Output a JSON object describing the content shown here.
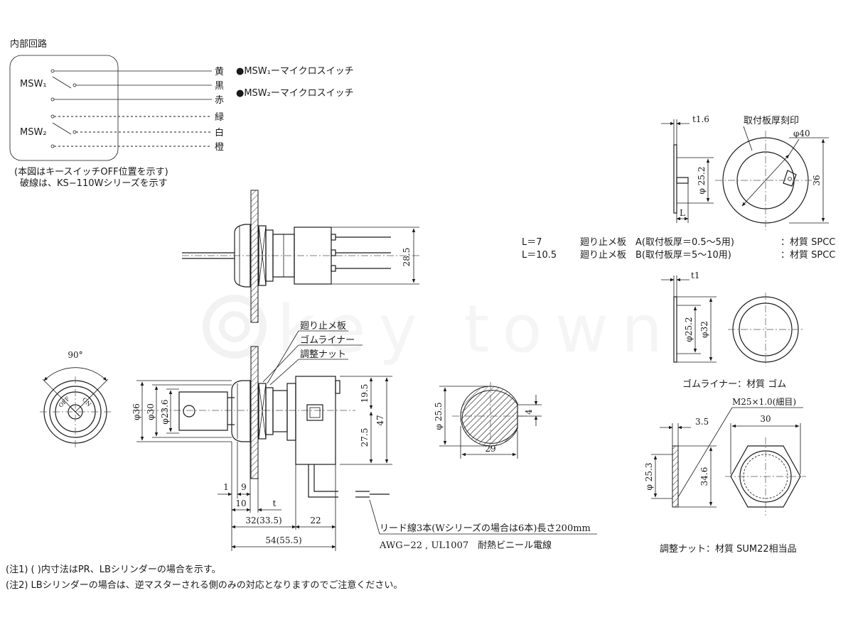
{
  "circuit": {
    "title": "内部回路",
    "msw1": "MSW₁",
    "msw2": "MSW₂",
    "wires": [
      "黄",
      "黒",
      "赤",
      "緑",
      "白",
      "橙"
    ],
    "legend": [
      "●MSW₁ーマイクロスイッチ",
      "●MSW₂ーマイクロスイッチ"
    ],
    "note1": "(本図はキースイッチOFF位置を示す)",
    "note2": "破線は、KS−110Wシリーズを示す"
  },
  "watermark": "key town",
  "side_view": {
    "dim_28_5": "28.5",
    "callouts": [
      "廻り止メ板",
      "ゴムライナー",
      "調整ナット"
    ],
    "dim_19_5": "19.5",
    "dim_47": "47",
    "dim_27_5": "27.5",
    "dim_1": "1",
    "dim_9": "9",
    "dim_10": "10",
    "dim_t": "t",
    "dim_32": "32(33.5)",
    "dim_22": "22",
    "dim_54": "54(55.5)",
    "diam_36": "φ36",
    "diam_30": "φ30",
    "diam_23_6": "φ23.6"
  },
  "front_view": {
    "angle": "90°",
    "off": "OFF",
    "on": "ON"
  },
  "lead": {
    "line1": "リード線3本(Wシリーズの場合は6本)長さ200mm",
    "line2": "AWG−22 , UL1007　耐熱ビニール電線"
  },
  "cutout": {
    "diam": "φ 25.5",
    "width": "29",
    "flat": "4"
  },
  "plate": {
    "thickness": "t1.6",
    "engrave": "取付板厚刻印",
    "diam_40": "φ40",
    "diam_25_2": "φ 25.2",
    "dim_36": "36",
    "dim_L": "L",
    "spec_rows": [
      [
        "L＝7",
        "廻り止メ板　A(取付板厚＝0.5～5用)",
        "：材質 SPCC"
      ],
      [
        "L＝10.5",
        "廻り止メ板　B(取付板厚＝5～10用)",
        "：材質 SPCC"
      ]
    ]
  },
  "liner": {
    "thickness": "t1",
    "diam_25_2": "φ25.2",
    "diam_32": "φ32",
    "material": "ゴムライナー：材質 ゴム"
  },
  "nut": {
    "thread": "M25×1.0(細目)",
    "dim_3_5": "3.5",
    "dim_30": "30",
    "diam_25_3": "φ 25.3",
    "dim_34_6": "34.6",
    "material": "調整ナット：材質 SUM22相当品"
  },
  "notes": [
    "(注1)  (   )内寸法はPR、LBシリンダーの場合を示す。",
    "(注2)  LBシリンダーの場合は、逆マスターされる側のみの対応となりますのでご注意ください。"
  ]
}
